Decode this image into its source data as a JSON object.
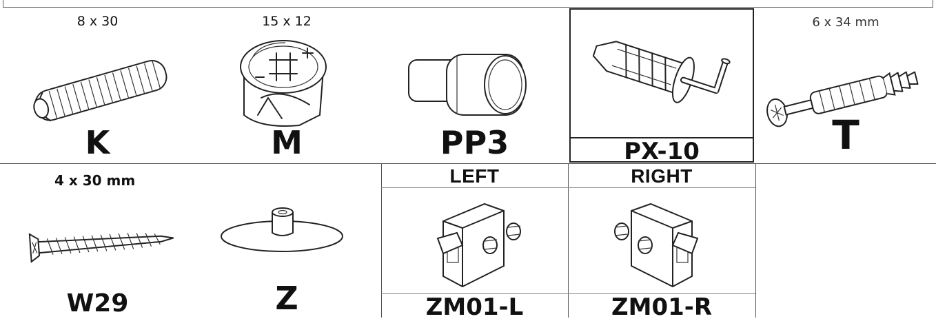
{
  "top_row": [
    {
      "dimension": "8 x 30",
      "code": "K",
      "icon": "dowel-icon"
    },
    {
      "dimension": "15 x 12",
      "code": "M",
      "icon": "cam-lock-icon"
    },
    {
      "dimension": "",
      "code": "PP3",
      "icon": "shelf-pin-icon"
    },
    {
      "dimension": "",
      "code": "PX-10",
      "icon": "wall-plug-hook-icon"
    },
    {
      "dimension": "6 x 34 mm",
      "code": "T",
      "icon": "connector-bolt-icon"
    }
  ],
  "bottom_row": [
    {
      "dimension": "4 x 30 mm",
      "code": "W29",
      "icon": "wood-screw-icon"
    },
    {
      "dimension": "",
      "code": "Z",
      "icon": "cover-cap-icon"
    },
    {
      "side_label": "LEFT",
      "code": "ZM01-L",
      "icon": "bracket-left-icon"
    },
    {
      "side_label": "RIGHT",
      "code": "ZM01-R",
      "icon": "bracket-right-icon"
    }
  ],
  "colors": {
    "line": "#555555",
    "ink": "#111111",
    "background": "#ffffff"
  }
}
